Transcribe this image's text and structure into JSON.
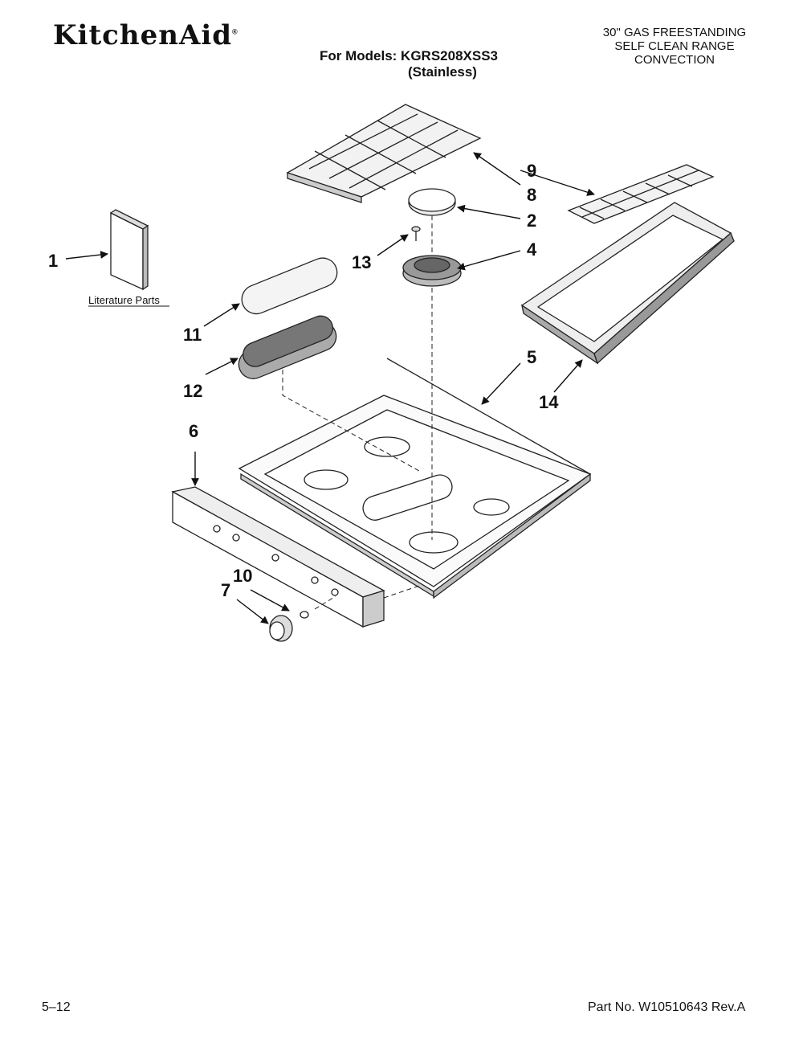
{
  "header": {
    "brand": "KitchenAid",
    "model_line1": "For Models: KGRS208XSS3",
    "model_line2": "(Stainless)",
    "description": [
      "30\" GAS FREESTANDING",
      "SELF CLEAN RANGE",
      "CONVECTION"
    ]
  },
  "diagram": {
    "callouts": [
      "1",
      "2",
      "4",
      "5",
      "6",
      "7",
      "8",
      "9",
      "10",
      "11",
      "12",
      "13",
      "14"
    ],
    "literature_label": "Literature Parts"
  },
  "footer": {
    "page": "5–12",
    "part_no": "Part No. W10510643 Rev.A"
  }
}
